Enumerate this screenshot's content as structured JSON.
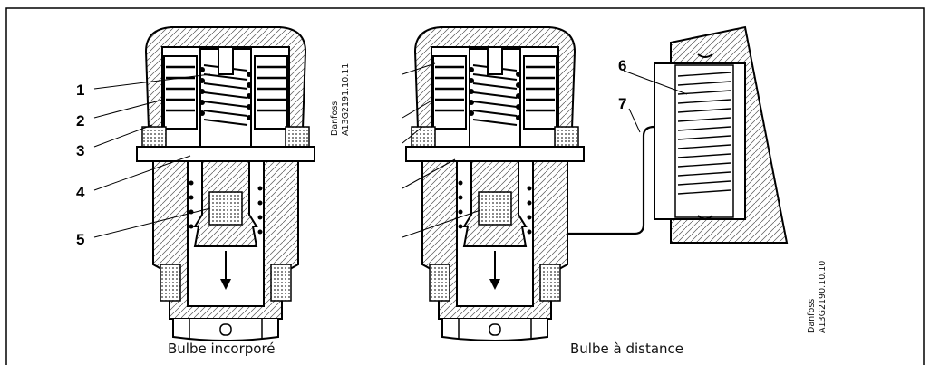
{
  "figure": {
    "callouts": [
      "1",
      "2",
      "3",
      "4",
      "5",
      "6",
      "7"
    ],
    "left_code_line1": "Danfoss",
    "left_code_line2": "A13G2191.10.11",
    "right_code_line1": "Danfoss",
    "right_code_line2": "A13G2190.10.10",
    "caption_left": "Bulbe incorporé",
    "caption_right": "Bulbe à distance"
  }
}
